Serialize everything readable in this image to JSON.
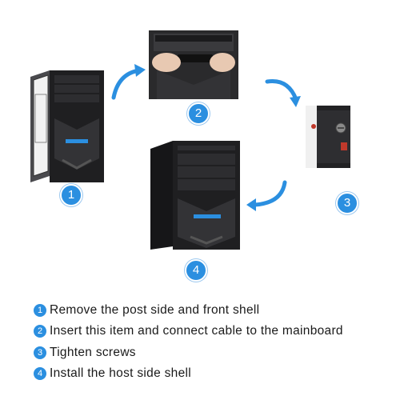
{
  "colors": {
    "accent": "#2b8fe0",
    "case": "#1f1f21",
    "case_panel": "#2d2d30",
    "text": "#1a1a1a"
  },
  "badges": {
    "b1": "1",
    "b2": "2",
    "b3": "3",
    "b4": "4"
  },
  "steps": [
    {
      "num": "1",
      "text": "Remove the post side and front shell"
    },
    {
      "num": "2",
      "text": "Insert this item and connect cable to the mainboard"
    },
    {
      "num": "3",
      "text": "Tighten screws"
    },
    {
      "num": "4",
      "text": "Install the host side shell"
    }
  ]
}
